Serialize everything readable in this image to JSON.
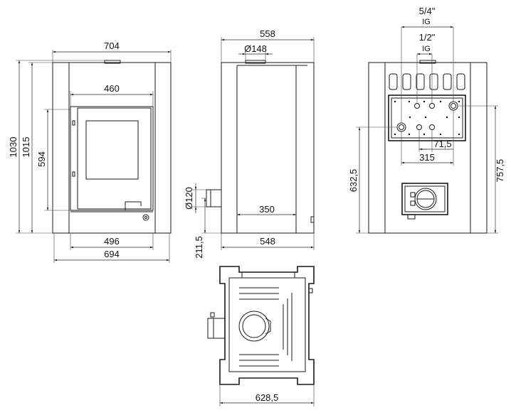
{
  "front_view": {
    "width_top": "704",
    "glass_width": "460",
    "height_total": "1030",
    "height_body": "1015",
    "door_height": "594",
    "bottom_inner": "496",
    "bottom_outer": "694"
  },
  "side_view": {
    "depth_top": "558",
    "flue_diameter": "Ø148",
    "pipe_diameter": "Ø120",
    "inner_depth": "350",
    "pipe_height": "211,5",
    "depth_bottom": "548"
  },
  "rear_view": {
    "thread_large": "5/4\"",
    "thread_large_type": "IG",
    "thread_small": "1/2\"",
    "thread_small_type": "IG",
    "spacing_small": "71,5",
    "spacing_large": "315",
    "height_low": "632,5",
    "height_high": "757,5"
  },
  "top_view": {
    "width": "628,5"
  }
}
